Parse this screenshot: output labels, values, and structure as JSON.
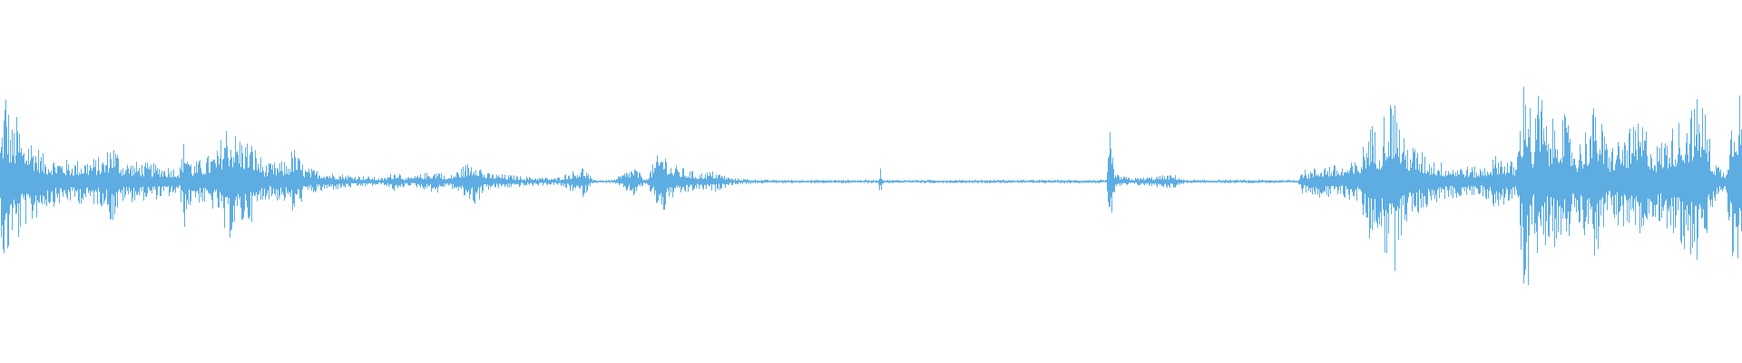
{
  "waveform": {
    "color": "#5DADE2",
    "background": "#ffffff",
    "envelope_percent_time_vs_peak_fraction": [
      [
        0,
        0.25
      ],
      [
        0.3,
        0.6
      ],
      [
        0.6,
        0.3
      ],
      [
        1.0,
        0.38
      ],
      [
        1.3,
        0.22
      ],
      [
        1.6,
        0.28
      ],
      [
        2.5,
        0.15
      ],
      [
        4,
        0.12
      ],
      [
        6,
        0.14
      ],
      [
        6.4,
        0.25
      ],
      [
        7,
        0.12
      ],
      [
        9,
        0.1
      ],
      [
        10.3,
        0.08
      ],
      [
        10.6,
        0.28
      ],
      [
        11,
        0.1
      ],
      [
        12.5,
        0.18
      ],
      [
        12.9,
        0.35
      ],
      [
        13.5,
        0.28
      ],
      [
        14.5,
        0.22
      ],
      [
        15.2,
        0.1
      ],
      [
        16.5,
        0.12
      ],
      [
        16.8,
        0.2
      ],
      [
        17.5,
        0.08
      ],
      [
        19,
        0.05
      ],
      [
        21,
        0.03
      ],
      [
        22,
        0.02
      ],
      [
        22.8,
        0.07
      ],
      [
        23.3,
        0.02
      ],
      [
        25.2,
        0.07
      ],
      [
        25.6,
        0.02
      ],
      [
        27.3,
        0.14
      ],
      [
        27.8,
        0.05
      ],
      [
        30,
        0.03
      ],
      [
        31.9,
        0.02
      ],
      [
        33.5,
        0.09
      ],
      [
        34,
        0.01
      ],
      [
        35.2,
        0.01
      ],
      [
        36.4,
        0.09
      ],
      [
        37,
        0.01
      ],
      [
        38,
        0.2
      ],
      [
        38.5,
        0.1
      ],
      [
        40,
        0.05
      ],
      [
        41,
        0.06
      ],
      [
        42,
        0.02
      ],
      [
        44,
        0.01
      ],
      [
        50.4,
        0.01
      ],
      [
        50.5,
        0.08
      ],
      [
        50.7,
        0.01
      ],
      [
        63.5,
        0.01
      ],
      [
        63.7,
        0.28
      ],
      [
        64,
        0.04
      ],
      [
        65,
        0.02
      ],
      [
        67.4,
        0.04
      ],
      [
        68,
        0.01
      ],
      [
        74.5,
        0.01
      ],
      [
        74.7,
        0.08
      ],
      [
        75,
        0.06
      ],
      [
        76,
        0.1
      ],
      [
        77,
        0.09
      ],
      [
        78,
        0.12
      ],
      [
        78.6,
        0.35
      ],
      [
        79.2,
        0.25
      ],
      [
        79.5,
        0.45
      ],
      [
        80.1,
        0.5
      ],
      [
        80.5,
        0.25
      ],
      [
        82,
        0.14
      ],
      [
        83,
        0.1
      ],
      [
        85,
        0.08
      ],
      [
        86,
        0.16
      ],
      [
        87,
        0.1
      ],
      [
        87.6,
        0.75
      ],
      [
        88,
        0.2
      ],
      [
        88.3,
        0.6
      ],
      [
        88.8,
        0.3
      ],
      [
        89.6,
        0.42
      ],
      [
        90.5,
        0.2
      ],
      [
        91.6,
        0.45
      ],
      [
        92.3,
        0.2
      ],
      [
        94.3,
        0.35
      ],
      [
        95,
        0.2
      ],
      [
        97.7,
        0.5
      ],
      [
        98.3,
        0.15
      ],
      [
        99,
        0.05
      ],
      [
        99.6,
        0.6
      ],
      [
        100,
        0.5
      ]
    ]
  }
}
